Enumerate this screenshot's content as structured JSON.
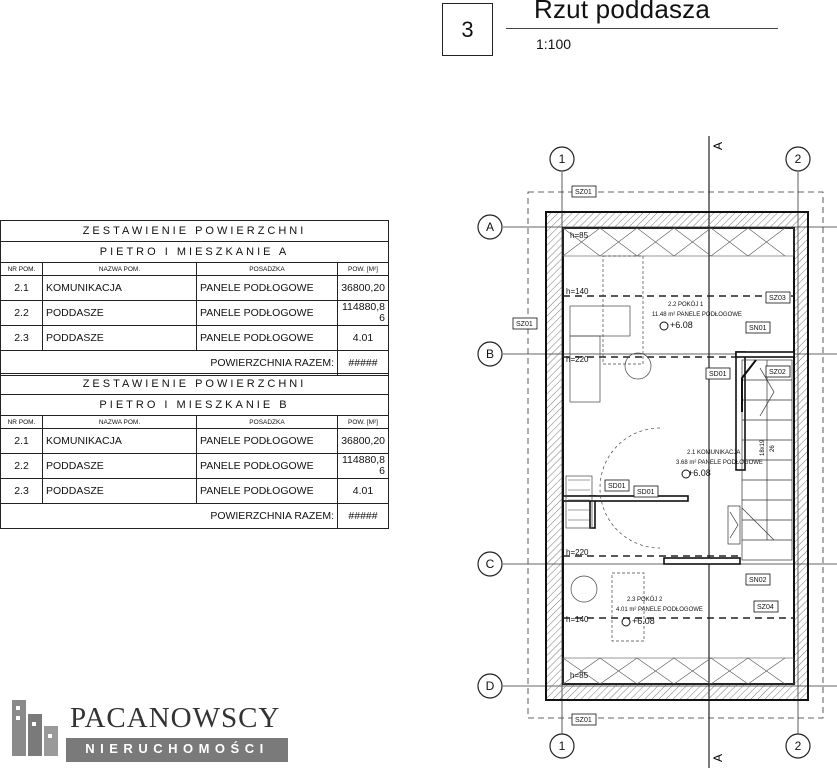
{
  "header": {
    "sheet_number": "3",
    "title": "Rzut poddasza",
    "scale": "1:100"
  },
  "tables": [
    {
      "heading": "ZESTAWIENIE POWIERZCHNI",
      "subheading": "PIETRO I MIESZKANIE A",
      "columns": [
        "NR POM.",
        "NAZWA POM.",
        "POSADZKA",
        "POW. [M²]"
      ],
      "rows": [
        {
          "nr": "2.1",
          "name": "KOMUNIKACJA",
          "floor": "PANELE PODŁOGOWE",
          "area": "36800,20"
        },
        {
          "nr": "2.2",
          "name": "PODDASZE",
          "floor": "PANELE PODŁOGOWE",
          "area": "114880,8 6"
        },
        {
          "nr": "2.3",
          "name": "PODDASZE",
          "floor": "PANELE PODŁOGOWE",
          "area": "4.01"
        }
      ],
      "total_label": "POWIERZCHNIA RAZEM:",
      "total_value": "#####"
    },
    {
      "heading": "ZESTAWIENIE POWIERZCHNI",
      "subheading": "PIETRO I MIESZKANIE B",
      "columns": [
        "NR POM.",
        "NAZWA POM.",
        "POSADZKA",
        "POW. [M²]"
      ],
      "rows": [
        {
          "nr": "2.1",
          "name": "KOMUNIKACJA",
          "floor": "PANELE PODŁOGOWE",
          "area": "36800,20"
        },
        {
          "nr": "2.2",
          "name": "PODDASZE",
          "floor": "PANELE PODŁOGOWE",
          "area": "114880,8 6"
        },
        {
          "nr": "2.3",
          "name": "PODDASZE",
          "floor": "PANELE PODŁOGOWE",
          "area": "4.01"
        }
      ],
      "total_label": "POWIERZCHNIA RAZEM:",
      "total_value": "#####"
    }
  ],
  "plan": {
    "grid_cols": [
      "1",
      "2"
    ],
    "grid_rows": [
      "A",
      "B",
      "C",
      "D"
    ],
    "section_mark": "A",
    "tags": {
      "sz01_top": "SZ01",
      "sz01_bottom": "SZ01",
      "sz01_left": "SZ01",
      "sz03": "SZ03",
      "sz02": "SZ02",
      "sz04": "SZ04",
      "sn01": "SN01",
      "sn02": "SN02",
      "sd01_a": "SD01",
      "sd01_b": "SD01",
      "sd01_c": "SD01"
    },
    "heights": {
      "h_top": "h=85",
      "h_140a": "h=140",
      "h_220a": "h=220",
      "h_220b": "h=220",
      "h_140b": "h=140",
      "h_bottom": "h=85"
    },
    "rooms": [
      {
        "num": "2.2",
        "name": "POKÓJ 1",
        "area": "11.48 m²",
        "floor": "PANELE PODŁOGOWE",
        "level": "+6.08"
      },
      {
        "num": "2.1",
        "name": "KOMUNIKACJA",
        "area": "3.68 m²",
        "floor": "PANELE PODŁOGOWE",
        "level": "+6.08"
      },
      {
        "num": "2.3",
        "name": "POKÓJ 2",
        "area": "4.01 m²",
        "floor": "PANELE PODŁOGOWE",
        "level": "+6.08"
      }
    ],
    "stair_label": "18x19",
    "stair_count": "26"
  },
  "logo": {
    "name": "PACANOWSCY",
    "subtitle": "NIERUCHOMOŚCI"
  }
}
